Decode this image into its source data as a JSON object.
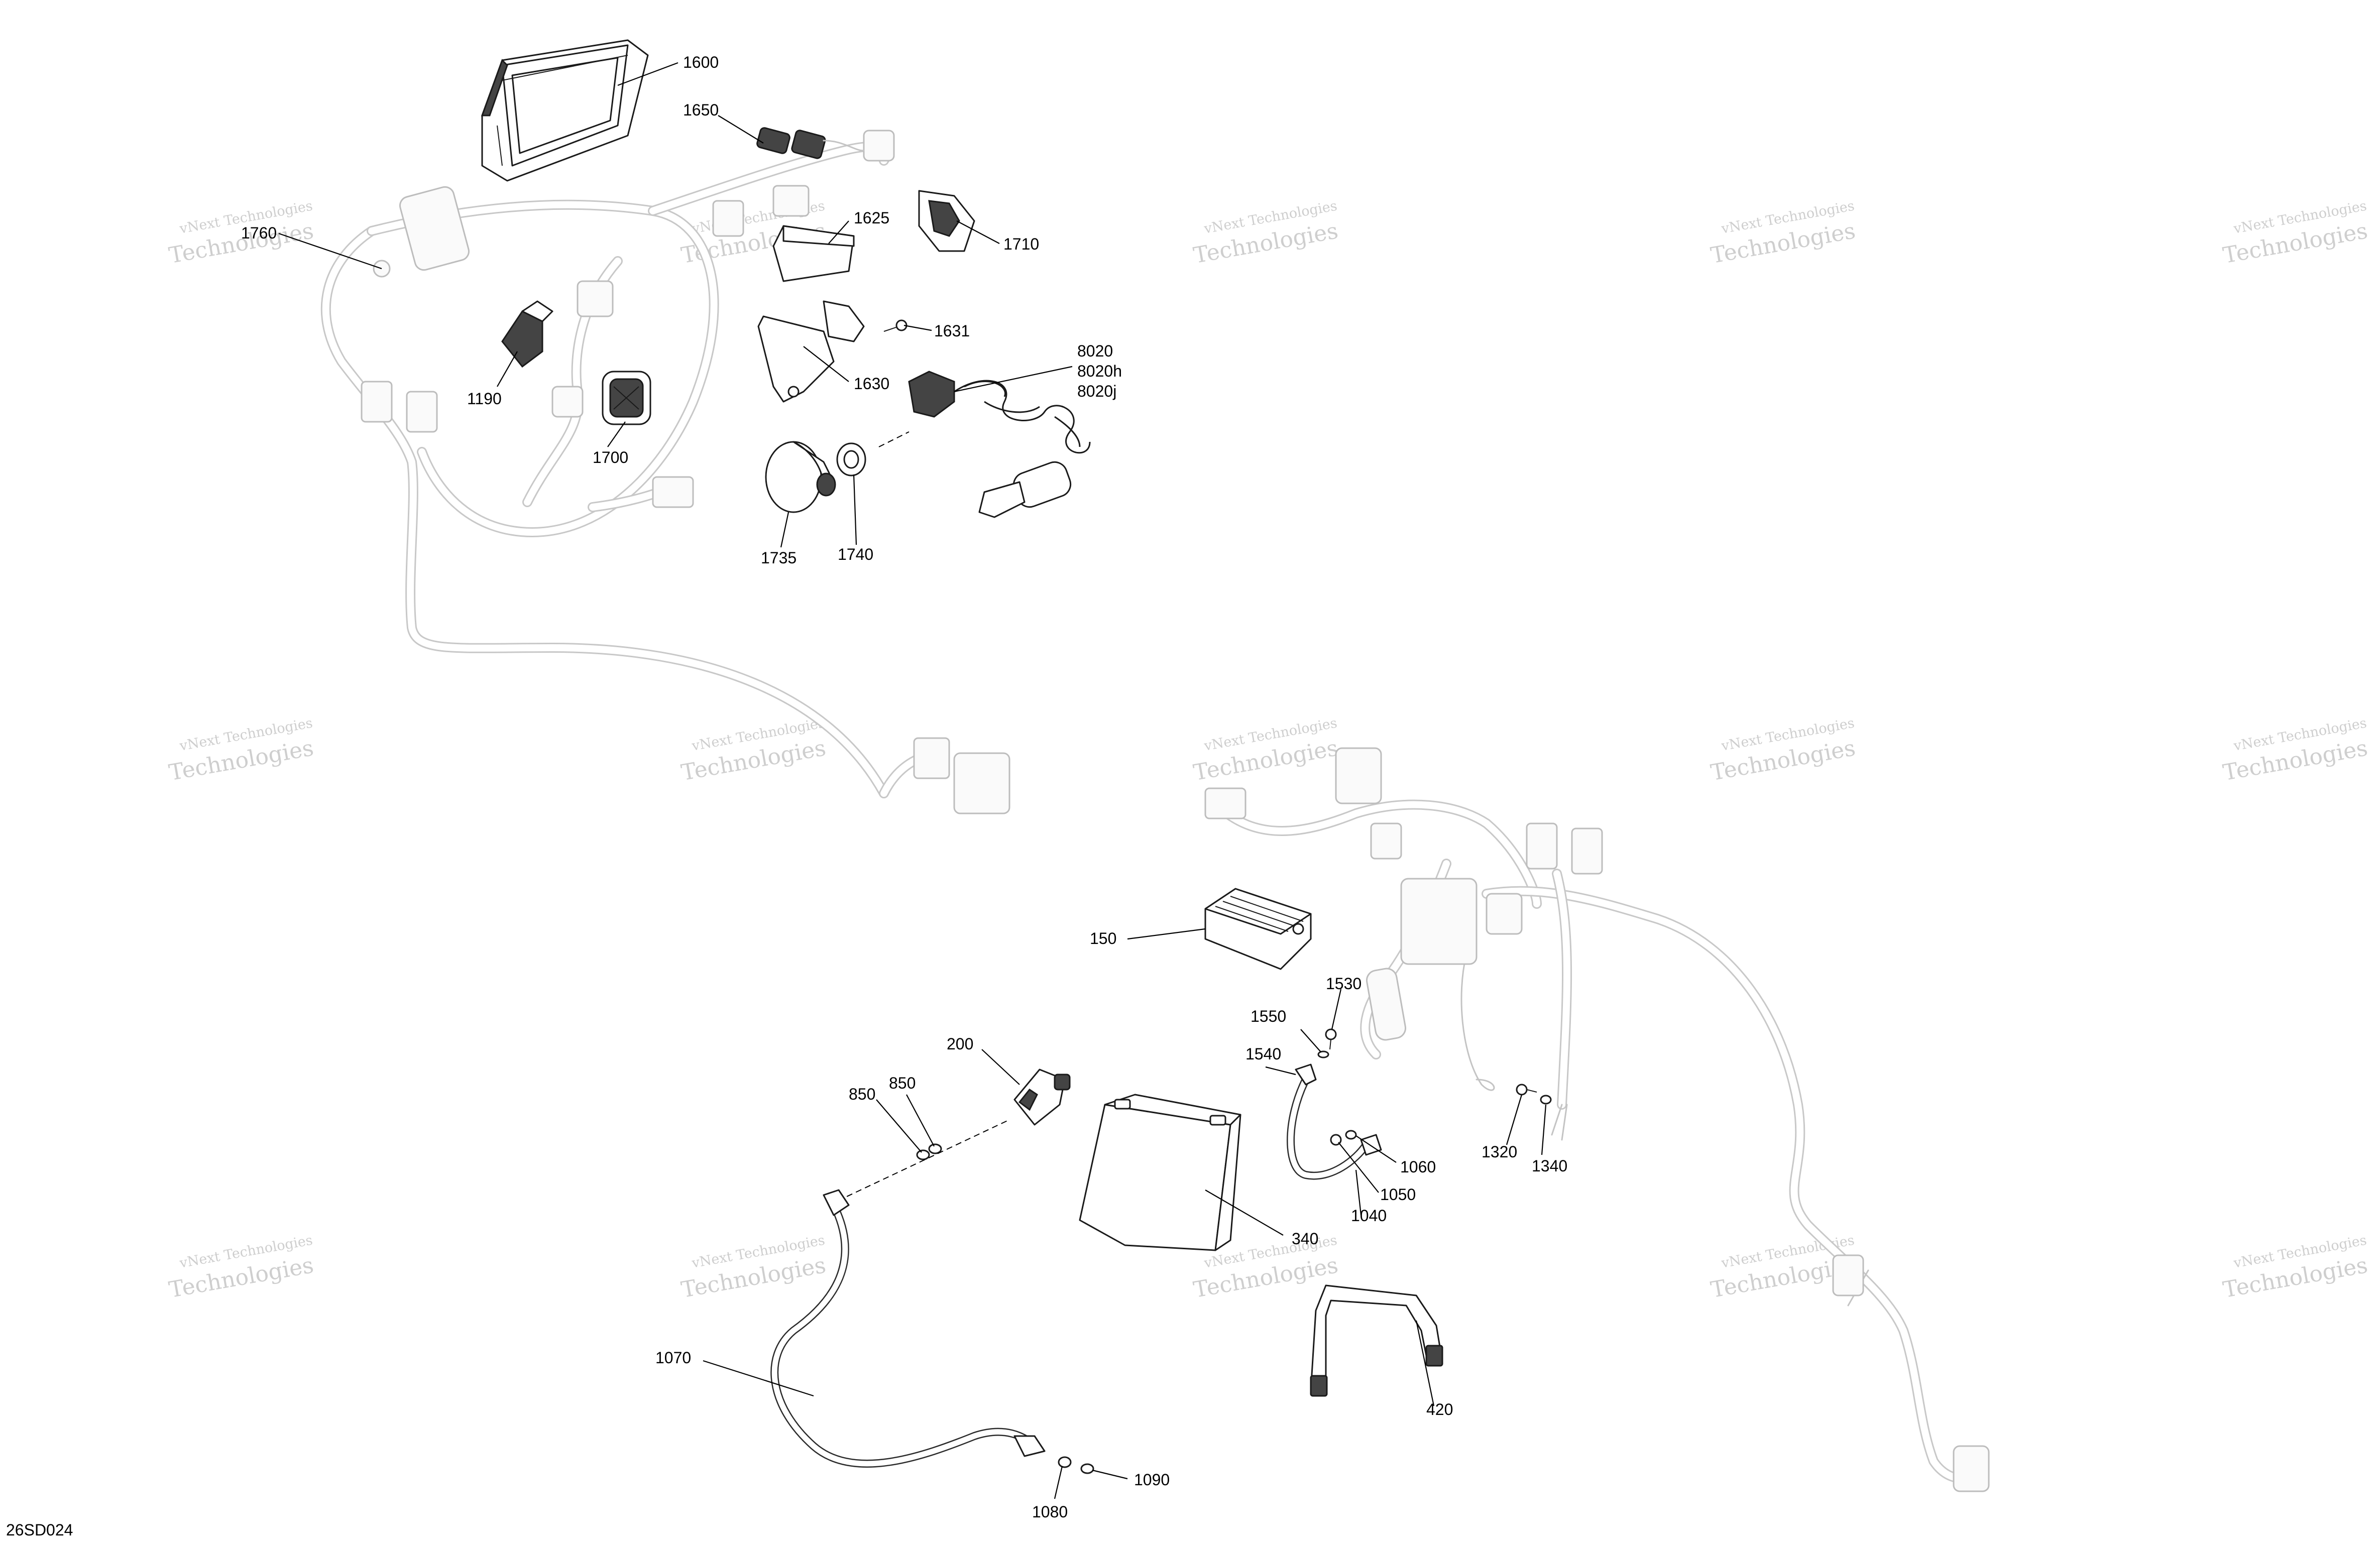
{
  "diagram": {
    "reference_code": "26SD024",
    "watermark": {
      "line1": "vNext Technologies",
      "line2": "Technologies"
    },
    "callouts": {
      "c1600": "1600",
      "c1650": "1650",
      "c1760": "1760",
      "c1625": "1625",
      "c1710": "1710",
      "c1631": "1631",
      "c1630": "1630",
      "c8020a": "8020",
      "c8020b": "8020h",
      "c8020c": "8020j",
      "c1190": "1190",
      "c1700": "1700",
      "c1735": "1735",
      "c1740": "1740",
      "c150": "150",
      "c1530": "1530",
      "c1550": "1550",
      "c1540": "1540",
      "c200": "200",
      "c850a": "850",
      "c850b": "850",
      "c1060": "1060",
      "c1050": "1050",
      "c1040": "1040",
      "c1320": "1320",
      "c1340": "1340",
      "c340": "340",
      "c1070": "1070",
      "c420": "420",
      "c1090": "1090",
      "c1080": "1080"
    }
  }
}
